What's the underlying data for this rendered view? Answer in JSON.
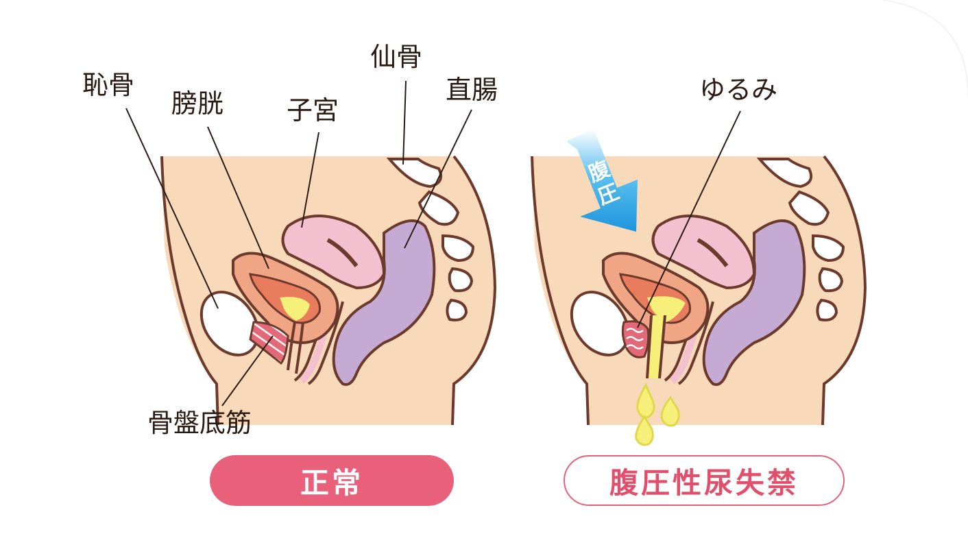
{
  "labels": {
    "pubic_bone": "恥骨",
    "bladder": "膀胱",
    "uterus": "子宮",
    "sacrum": "仙骨",
    "rectum": "直腸",
    "pelvic_floor": "骨盤底筋",
    "laxity": "ゆるみ",
    "abdominal_pressure": "腹圧"
  },
  "captions": {
    "normal": "正常",
    "stress_incontinence": "腹圧性尿失禁"
  },
  "colors": {
    "skin": "#f8d9b9",
    "outline": "#6b3a2c",
    "bladder": "#f0a585",
    "uterus": "#f2c0cf",
    "rectum": "#c5abd4",
    "urine": "#f6f07a",
    "muscle": "#e26a78",
    "pill_pink": "#e8607a",
    "arrow_blue": "#2fa5e0"
  }
}
